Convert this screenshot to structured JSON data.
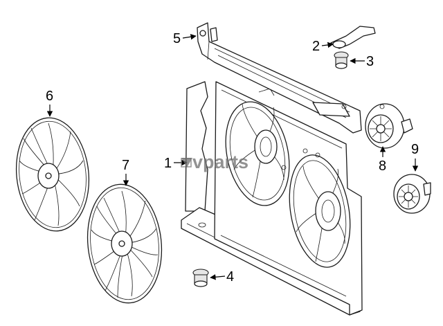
{
  "callouts": [
    {
      "label": "1",
      "part": "fan-shroud"
    },
    {
      "label": "2",
      "part": "bracket"
    },
    {
      "label": "3",
      "part": "grommet"
    },
    {
      "label": "4",
      "part": "lower-grommet"
    },
    {
      "label": "5",
      "part": "upper-support"
    },
    {
      "label": "6",
      "part": "fan-blade-left"
    },
    {
      "label": "7",
      "part": "fan-blade-right"
    },
    {
      "label": "8",
      "part": "fan-motor-upper"
    },
    {
      "label": "9",
      "part": "fan-motor-lower"
    }
  ],
  "watermark": {
    "text": "vparts"
  },
  "colors": {
    "line": "#1a1a1a",
    "background": "#ffffff",
    "watermark": "#6e6e6e"
  }
}
